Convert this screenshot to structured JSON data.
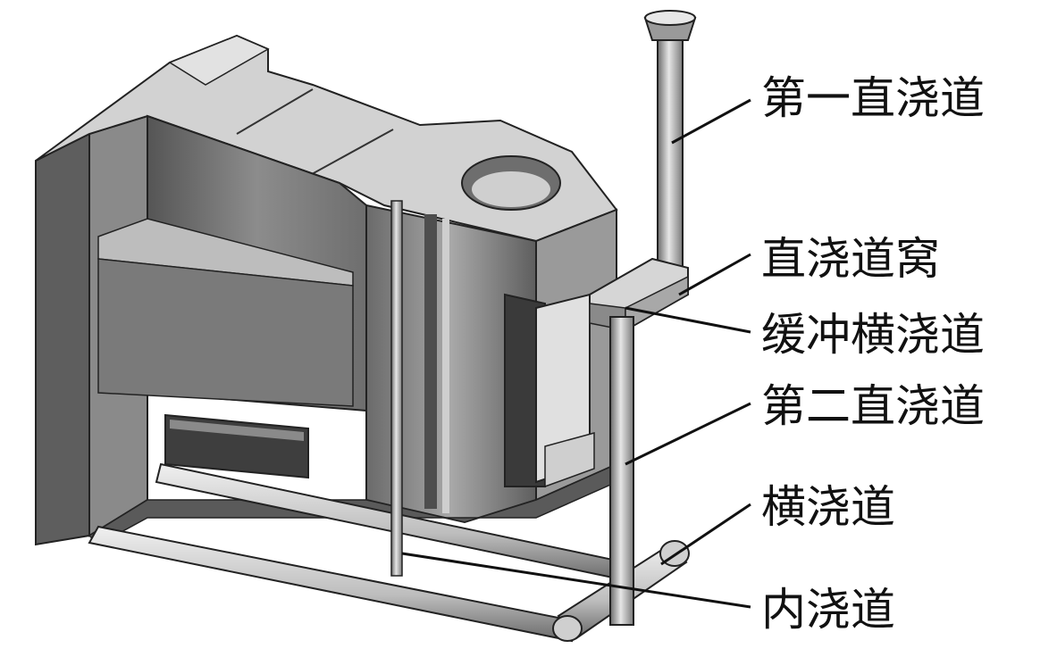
{
  "labels": {
    "first_sprue": "第一直浇道",
    "sprue_well": "直浇道窝",
    "buffer_runner": "缓冲横浇道",
    "second_sprue": "第二直浇道",
    "runner": "横浇道",
    "ingate": "内浇道"
  },
  "colors": {
    "background": "#ffffff",
    "line": "#111111",
    "light_face": "#d6d6d6",
    "mid_face": "#9a9a9a",
    "dark_face": "#5a5a5a"
  }
}
